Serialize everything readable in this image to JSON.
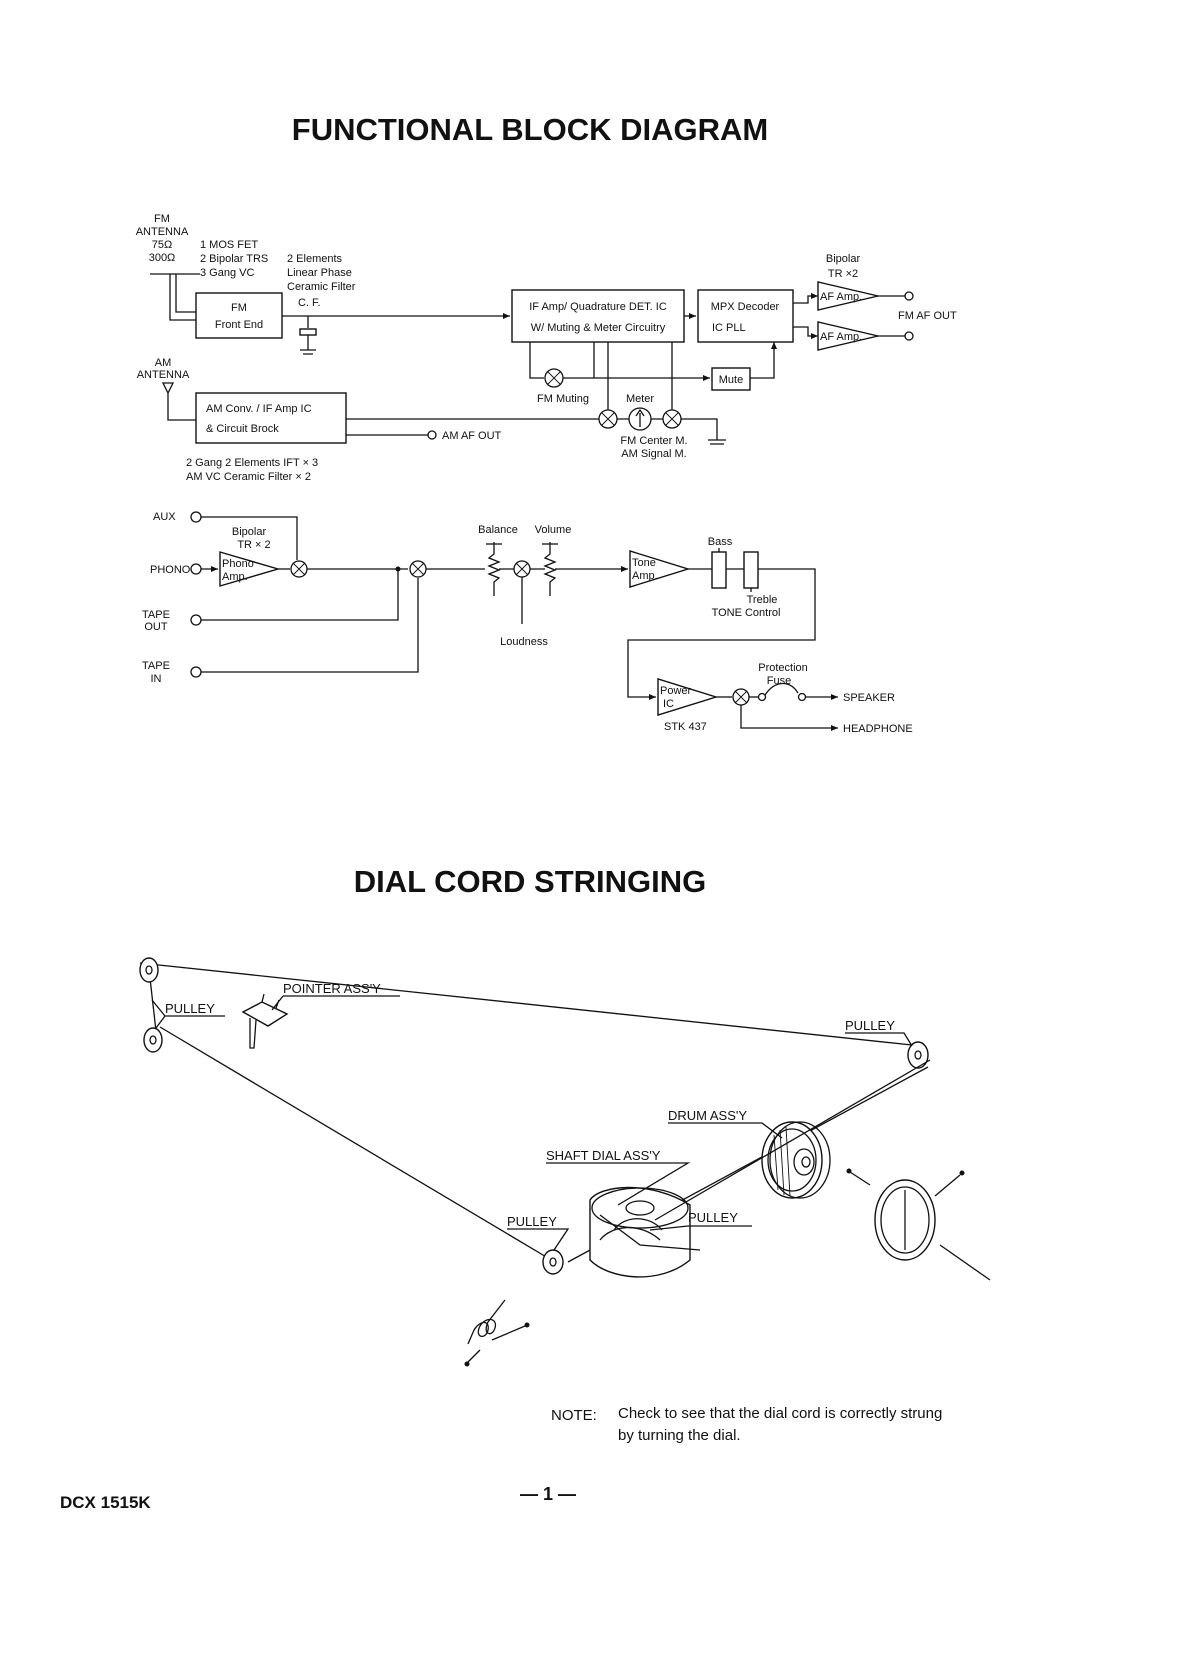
{
  "page": {
    "title_block": "FUNCTIONAL BLOCK DIAGRAM",
    "title_dial": "DIAL CORD STRINGING",
    "model": "DCX 1515K",
    "page_number": "— 1 —"
  },
  "block": {
    "fm_antenna": [
      "FM",
      "ANTENNA",
      "75Ω",
      "300Ω"
    ],
    "fm_front_end": [
      "FM",
      "Front End"
    ],
    "fm_parts": [
      "1 MOS FET",
      "2 Bipolar TRS",
      "3 Gang VC"
    ],
    "cf_parts": [
      "2 Elements",
      "Linear Phase",
      "Ceramic Filter",
      "C. F."
    ],
    "if_amp": [
      "IF Amp/ Quadrature DET. IC",
      "W/ Muting & Meter Circuitry"
    ],
    "mpx": [
      "MPX Decoder",
      "IC  PLL"
    ],
    "bipolar_tr": [
      "Bipolar",
      "TR ×2"
    ],
    "af_amp": "AF Amp.",
    "fm_af_out": "FM AF OUT",
    "mute": "Mute",
    "fm_muting": "FM Muting",
    "meter": "Meter",
    "fm_center": [
      "FM Center M.",
      "AM Signal M."
    ],
    "am_antenna": [
      "AM",
      "ANTENNA"
    ],
    "am_conv": [
      "AM Conv. / IF Amp IC",
      "& Circuit Brock"
    ],
    "am_af_out": "AM AF OUT",
    "am_parts": [
      "2 Gang  2 Elements  IFT × 3",
      "AM VC   Ceramic Filter × 2"
    ],
    "aux": "AUX",
    "phono": "PHONO",
    "phono_bipolar": [
      "Bipolar",
      "TR × 2"
    ],
    "phono_amp": [
      "Phono",
      "Amp."
    ],
    "tape_out": [
      "TAPE",
      "OUT"
    ],
    "tape_in": [
      "TAPE",
      "IN"
    ],
    "balance": "Balance",
    "volume": "Volume",
    "loudness": "Loudness",
    "tone_amp": [
      "Tone",
      "Amp."
    ],
    "bass": "Bass",
    "treble": "Treble",
    "tone_control": "TONE Control",
    "power_ic": [
      "Power",
      "IC"
    ],
    "stk": "STK 437",
    "protection": [
      "Protection",
      "Fuse"
    ],
    "speaker": "SPEAKER",
    "headphone": "HEADPHONE"
  },
  "dial": {
    "pulley": "PULLEY",
    "pointer": "POINTER ASS'Y",
    "drum": "DRUM ASS'Y",
    "shaft": "SHAFT DIAL ASS'Y"
  },
  "note": {
    "label": "NOTE:",
    "line1": "Check to see that the dial cord is correctly strung",
    "line2": "by turning the dial."
  },
  "colors": {
    "ink": "#111111",
    "paper": "#ffffff"
  }
}
